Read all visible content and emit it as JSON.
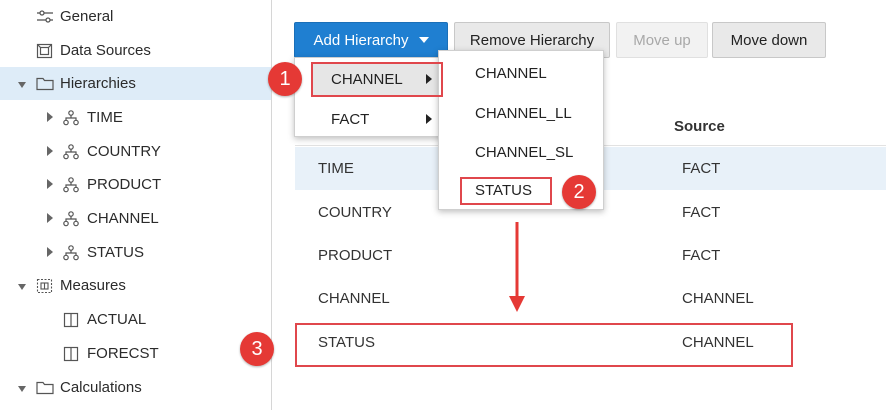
{
  "sidebar": {
    "general": "General",
    "data_sources": "Data Sources",
    "hierarchies": "Hierarchies",
    "hierarchy_items": [
      "TIME",
      "COUNTRY",
      "PRODUCT",
      "CHANNEL",
      "STATUS"
    ],
    "measures": "Measures",
    "measure_items": [
      "ACTUAL",
      "FORECST"
    ],
    "calculations": "Calculations"
  },
  "toolbar": {
    "add_hierarchy": "Add Hierarchy",
    "remove_hierarchy": "Remove Hierarchy",
    "move_up": "Move up",
    "move_down": "Move down"
  },
  "menu": {
    "items": [
      "CHANNEL",
      "FACT"
    ],
    "submenu_items": [
      "CHANNEL",
      "CHANNEL_LL",
      "CHANNEL_SL",
      "STATUS"
    ]
  },
  "table": {
    "source_header": "Source",
    "rows": [
      {
        "name": "TIME",
        "source": "FACT"
      },
      {
        "name": "COUNTRY",
        "source": "FACT"
      },
      {
        "name": "PRODUCT",
        "source": "FACT"
      },
      {
        "name": "CHANNEL",
        "source": "CHANNEL"
      },
      {
        "name": "STATUS",
        "source": "CHANNEL"
      }
    ]
  },
  "annotations": {
    "badge1": "1",
    "badge2": "2",
    "badge3": "3",
    "color": "#e53935"
  },
  "colors": {
    "primary_button": "#1f7fd1",
    "selected_row": "#deecf8",
    "striped_row": "#e8f1f9"
  }
}
